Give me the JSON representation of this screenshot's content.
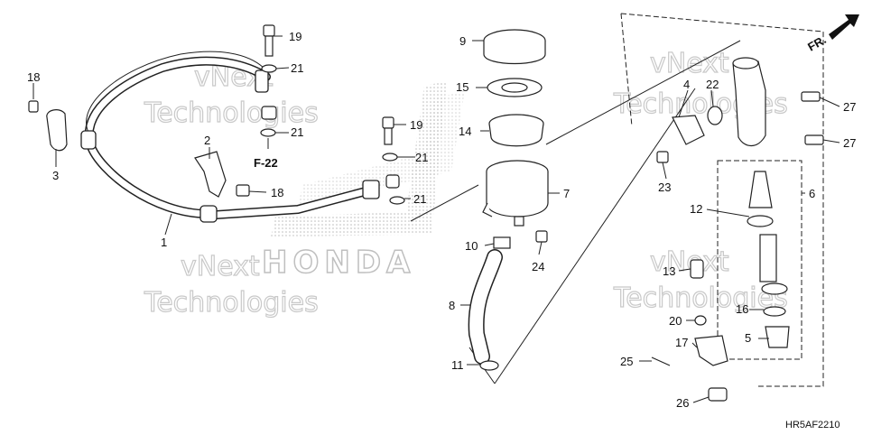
{
  "diagram": {
    "code": "HR5AF2210",
    "ref": "F-22",
    "direction": "FR.",
    "brand_mark": "HONDA",
    "watermark": [
      "vNext",
      "Technologies"
    ],
    "callouts": [
      {
        "id": "c1",
        "text": "1"
      },
      {
        "id": "c2",
        "text": "2"
      },
      {
        "id": "c3",
        "text": "3"
      },
      {
        "id": "c4",
        "text": "4"
      },
      {
        "id": "c5",
        "text": "5"
      },
      {
        "id": "c6",
        "text": "6"
      },
      {
        "id": "c7",
        "text": "7"
      },
      {
        "id": "c8",
        "text": "8"
      },
      {
        "id": "c9",
        "text": "9"
      },
      {
        "id": "c10",
        "text": "10"
      },
      {
        "id": "c11",
        "text": "11"
      },
      {
        "id": "c12",
        "text": "12"
      },
      {
        "id": "c13",
        "text": "13"
      },
      {
        "id": "c14",
        "text": "14"
      },
      {
        "id": "c15",
        "text": "15"
      },
      {
        "id": "c16",
        "text": "16"
      },
      {
        "id": "c17",
        "text": "17"
      },
      {
        "id": "c18a",
        "text": "18"
      },
      {
        "id": "c18b",
        "text": "18"
      },
      {
        "id": "c19a",
        "text": "19"
      },
      {
        "id": "c19b",
        "text": "19"
      },
      {
        "id": "c20",
        "text": "20"
      },
      {
        "id": "c21a",
        "text": "21"
      },
      {
        "id": "c21b",
        "text": "21"
      },
      {
        "id": "c21c",
        "text": "21"
      },
      {
        "id": "c21d",
        "text": "21"
      },
      {
        "id": "c22",
        "text": "22"
      },
      {
        "id": "c23",
        "text": "23"
      },
      {
        "id": "c24",
        "text": "24"
      },
      {
        "id": "c25",
        "text": "25"
      },
      {
        "id": "c26",
        "text": "26"
      },
      {
        "id": "c27a",
        "text": "27"
      },
      {
        "id": "c27b",
        "text": "27"
      }
    ]
  }
}
